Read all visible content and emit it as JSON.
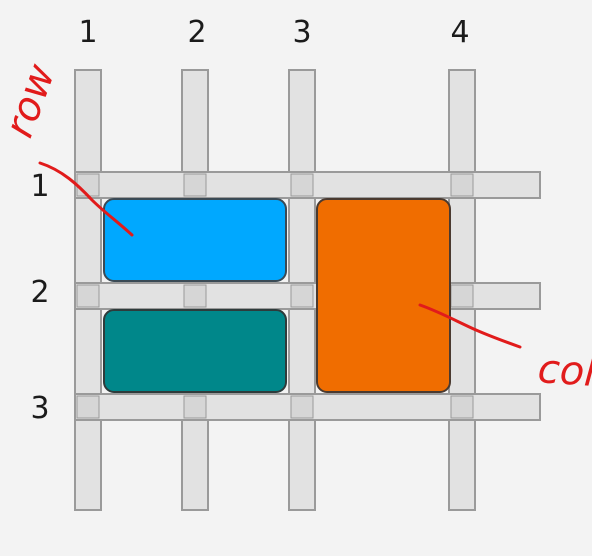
{
  "column_labels": [
    "1",
    "2",
    "3",
    "4"
  ],
  "row_labels": [
    "1",
    "2",
    "3"
  ],
  "annotations": {
    "row": "row",
    "col": "col"
  },
  "colors": {
    "background": "#f3f3f3",
    "grid_line_fill": "#e2e2e2",
    "grid_line_stroke": "#9a9a9a",
    "item_blue": "#00a8ff",
    "item_teal": "#00878a",
    "item_orange": "#f06d00",
    "annotation_red": "#e11b1b"
  },
  "grid_items": [
    {
      "name": "blue-item",
      "color": "#00a8ff",
      "column_start": 1,
      "column_end": 3,
      "row_start": 1,
      "row_end": 2
    },
    {
      "name": "teal-item",
      "color": "#00878a",
      "column_start": 1,
      "column_end": 3,
      "row_start": 2,
      "row_end": 3
    },
    {
      "name": "orange-item",
      "color": "#f06d00",
      "column_start": 3,
      "column_end": 4,
      "row_start": 1,
      "row_end": 3
    }
  ]
}
